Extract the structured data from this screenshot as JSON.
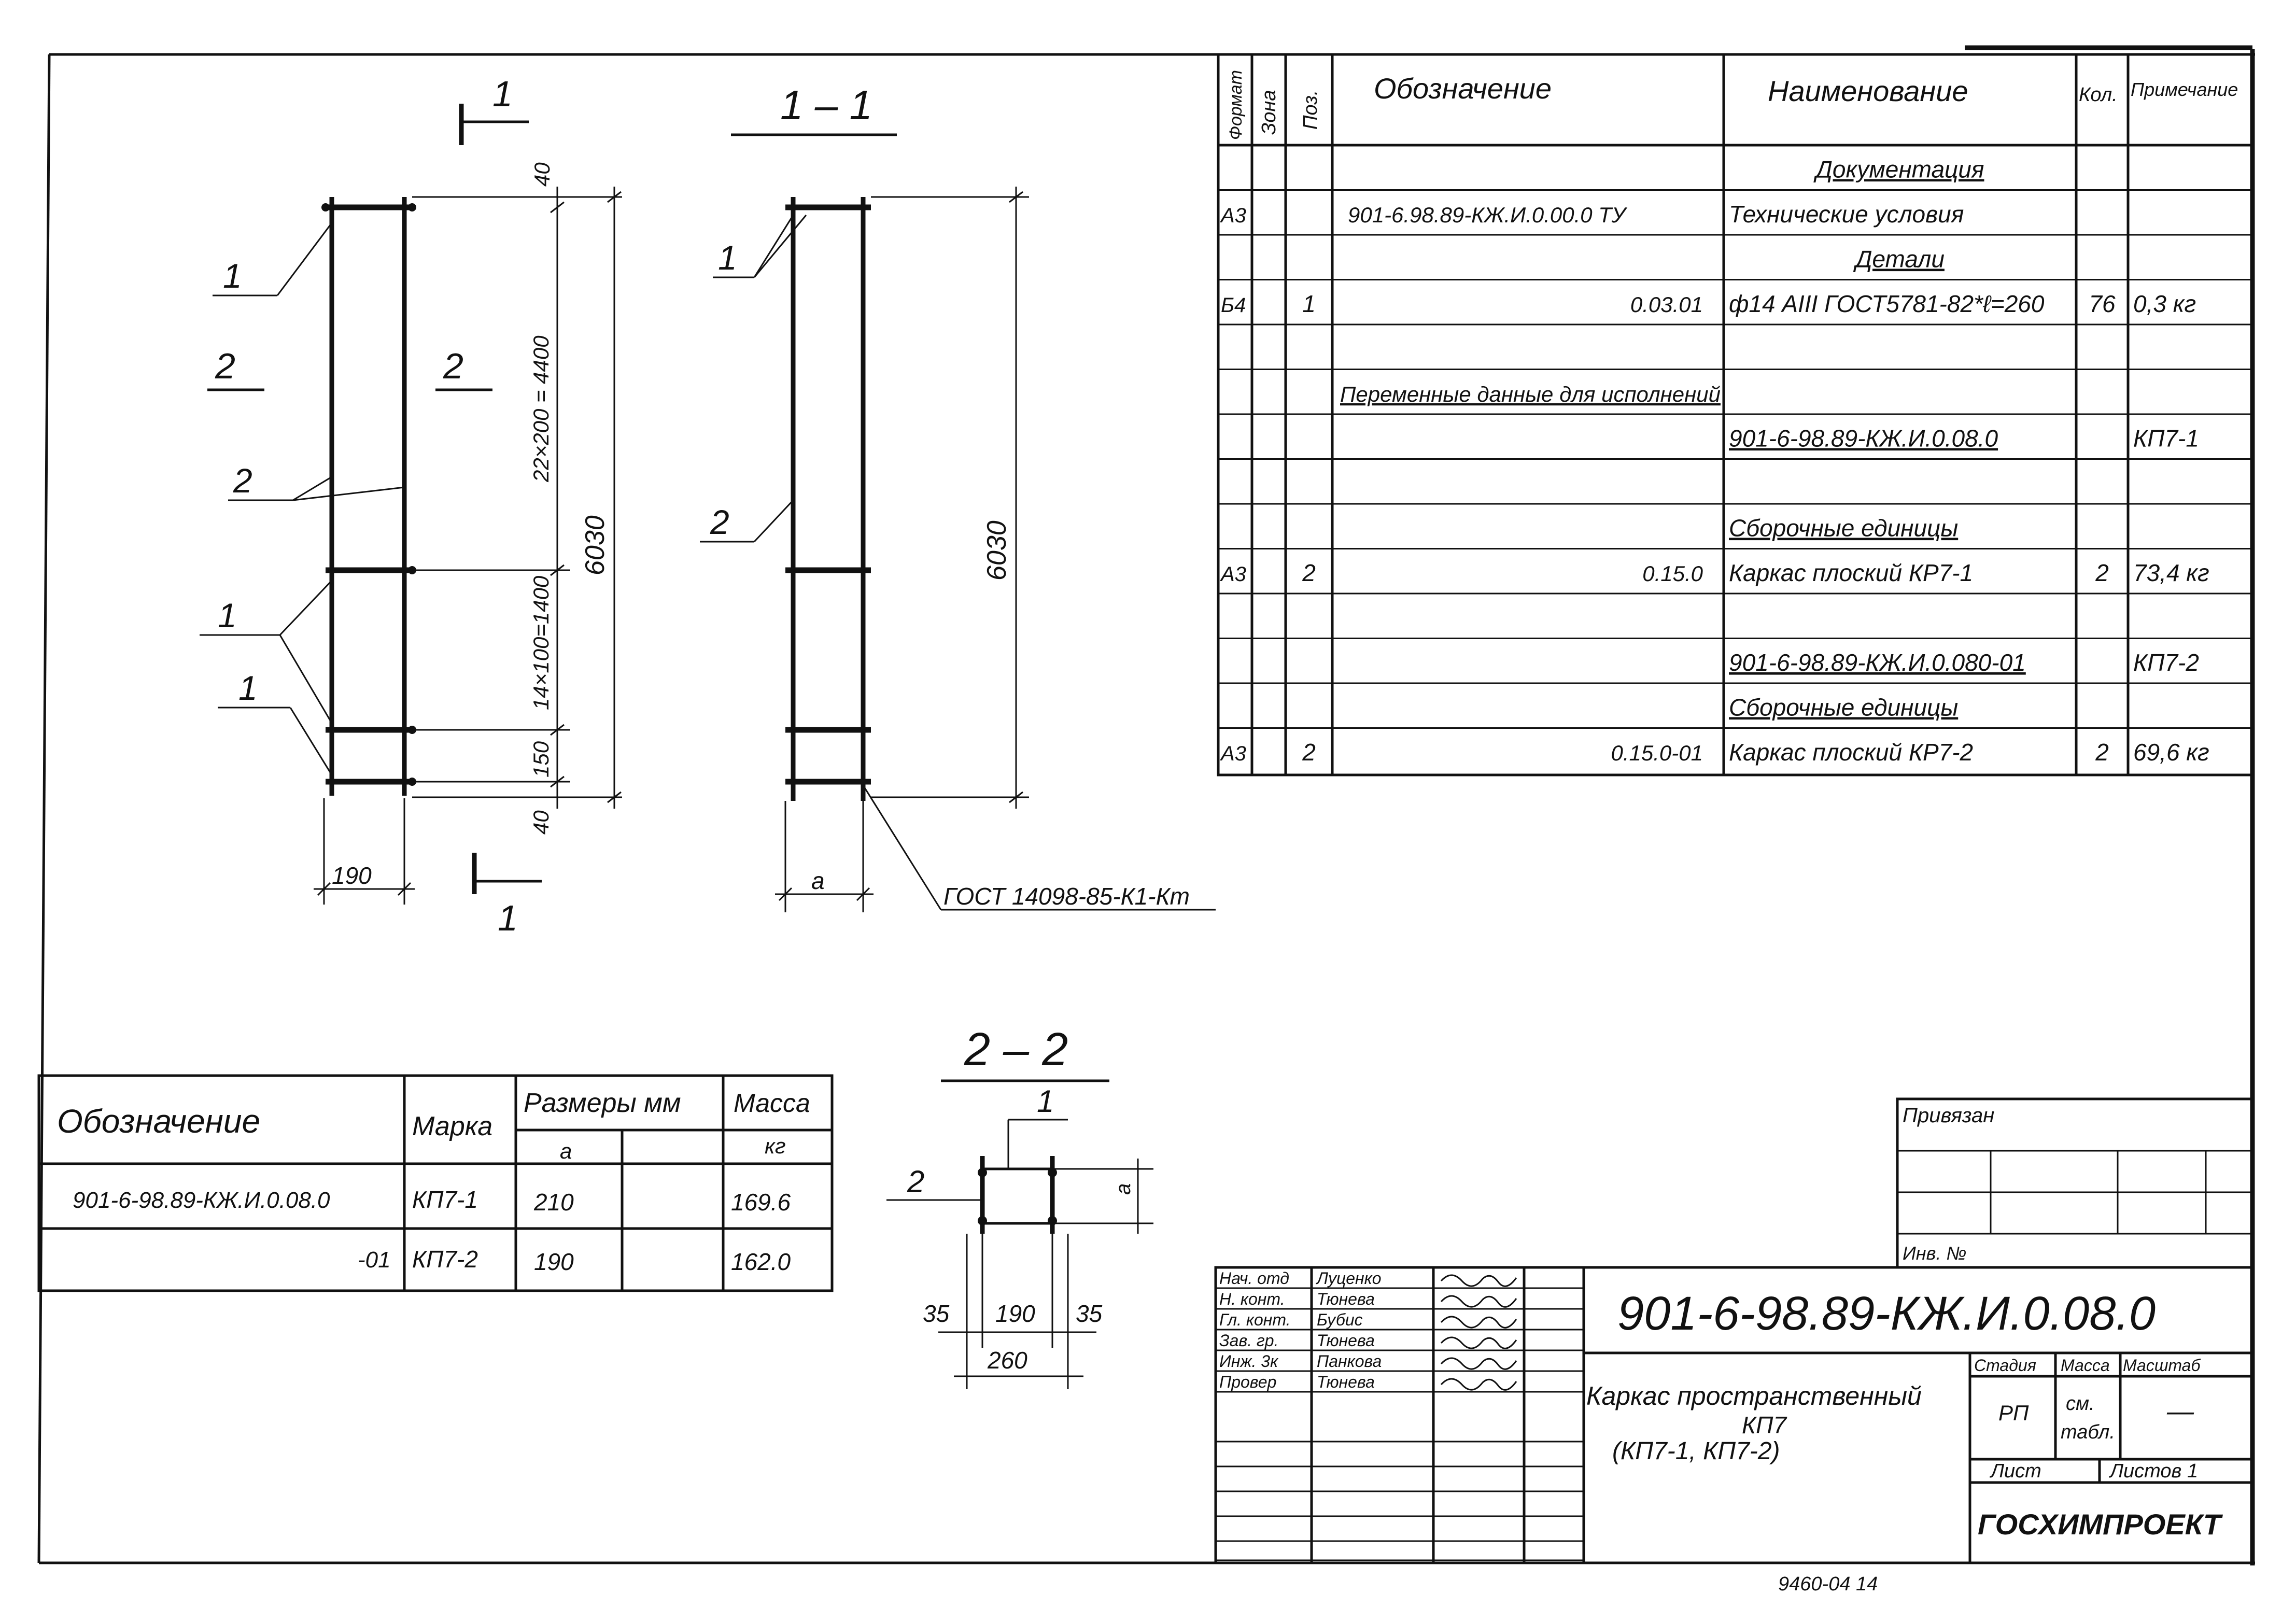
{
  "elevation": {
    "section_mark": "1",
    "mark_pos1_a": "1",
    "mark_pos1_b": "1",
    "mark_pos1_c": "1",
    "mark_pos2_a": "2",
    "mark_left_2": "2",
    "mark_right_2": "2",
    "dim_40_top": "40",
    "dim_top_span": "22×200 = 4400",
    "dim_total": "6030",
    "dim_mid_span": "14×100=1400",
    "dim_150": "150",
    "dim_40_bottom": "40",
    "dim_190": "190"
  },
  "section_1_1": {
    "title": "1 – 1",
    "mark_1": "1",
    "mark_2": "2",
    "dim_total": "6030",
    "dim_a": "a",
    "weld_note": "ГОСТ 14098-85-К1-Кт"
  },
  "section_2_2": {
    "title": "2 – 2",
    "mark_1": "1",
    "mark_2": "2",
    "dim_a": "a",
    "dim_35_left": "35",
    "dim_190": "190",
    "dim_35_right": "35",
    "dim_260": "260"
  },
  "spec_table": {
    "headers": {
      "format": "Формат",
      "zone": "Зона",
      "pos": "Поз.",
      "designation": "Обозначение",
      "name": "Наименование",
      "qty": "Кол.",
      "note": "Примечание"
    },
    "rows": [
      {
        "format": "",
        "zone": "",
        "pos": "",
        "designation": "",
        "name": "Документация",
        "qty": "",
        "note": ""
      },
      {
        "format": "А3",
        "zone": "",
        "pos": "",
        "designation": "901-6.98.89-КЖ.И.0.00.0 ТУ",
        "name": "Технические условия",
        "qty": "",
        "note": ""
      },
      {
        "format": "",
        "zone": "",
        "pos": "",
        "designation": "",
        "name": "Детали",
        "qty": "",
        "note": ""
      },
      {
        "format": "Б4",
        "zone": "",
        "pos": "1",
        "designation": "0.03.01",
        "name": "ф14 АIII ГОСТ5781-82*ℓ=260",
        "qty": "76",
        "note": "0,3 кг"
      },
      {
        "format": "",
        "zone": "",
        "pos": "",
        "designation": "",
        "name": "",
        "qty": "",
        "note": ""
      },
      {
        "format": "",
        "zone": "",
        "pos": "",
        "designation": "Переменные   данные   для   исполнений",
        "name": "",
        "qty": "",
        "note": ""
      },
      {
        "format": "",
        "zone": "",
        "pos": "",
        "designation": "",
        "name": "901-6-98.89-КЖ.И.0.08.0",
        "qty": "",
        "note": "КП7-1"
      },
      {
        "format": "",
        "zone": "",
        "pos": "",
        "designation": "",
        "name": "",
        "qty": "",
        "note": ""
      },
      {
        "format": "",
        "zone": "",
        "pos": "",
        "designation": "",
        "name": "Сборочные единицы",
        "qty": "",
        "note": ""
      },
      {
        "format": "А3",
        "zone": "",
        "pos": "2",
        "designation": "0.15.0",
        "name": "Каркас плоский КР7-1",
        "qty": "2",
        "note": "73,4 кг"
      },
      {
        "format": "",
        "zone": "",
        "pos": "",
        "designation": "",
        "name": "",
        "qty": "",
        "note": ""
      },
      {
        "format": "",
        "zone": "",
        "pos": "",
        "designation": "",
        "name": "901-6-98.89-КЖ.И.0.080-01",
        "qty": "",
        "note": "КП7-2"
      },
      {
        "format": "",
        "zone": "",
        "pos": "",
        "designation": "",
        "name": "Сборочные   единицы",
        "qty": "",
        "note": ""
      },
      {
        "format": "А3",
        "zone": "",
        "pos": "2",
        "designation": "0.15.0-01",
        "name": "Каркас плоский КР7-2",
        "qty": "2",
        "note": "69,6 кг"
      }
    ]
  },
  "variants_table": {
    "headers": {
      "designation": "Обозначение",
      "mark": "Марка",
      "sizes": "Размеры мм",
      "size_a": "a",
      "mass": "Масса",
      "mass_unit": "кг"
    },
    "rows": [
      {
        "designation": "901-6-98.89-КЖ.И.0.08.0",
        "mark": "КП7-1",
        "a": "210",
        "extra": "",
        "mass": "169.6"
      },
      {
        "designation": "-01",
        "mark": "КП7-2",
        "a": "190",
        "extra": "",
        "mass": "162.0"
      }
    ]
  },
  "binding_box": {
    "title": "Привязан",
    "inv_label": "Инв. №"
  },
  "title_block": {
    "code": "901-6-98.89-КЖ.И.0.08.0",
    "name_line1": "Каркас пространственный",
    "name_line2": "КП7",
    "name_line3": "(КП7-1,   КП7-2)",
    "stage_label": "Стадия",
    "mass_label": "Масса",
    "scale_label": "Масштаб",
    "stage": "РП",
    "mass_value_1": "см.",
    "mass_value_2": "табл.",
    "scale_value": "—",
    "sheet_label": "Лист",
    "sheets_label": "Листов 1",
    "org": "ГОСХИМПРОЕКТ",
    "people": [
      {
        "role": "Нач. отд",
        "name": "Луценко"
      },
      {
        "role": "Н. конт.",
        "name": "Тюнева"
      },
      {
        "role": "Гл. конт.",
        "name": "Бубис"
      },
      {
        "role": "Зав. гр.",
        "name": "Тюнева"
      },
      {
        "role": "Инж. 3к",
        "name": "Панкова"
      },
      {
        "role": "Провер",
        "name": "Тюнева"
      }
    ]
  },
  "footer_code": "9460-04   14"
}
